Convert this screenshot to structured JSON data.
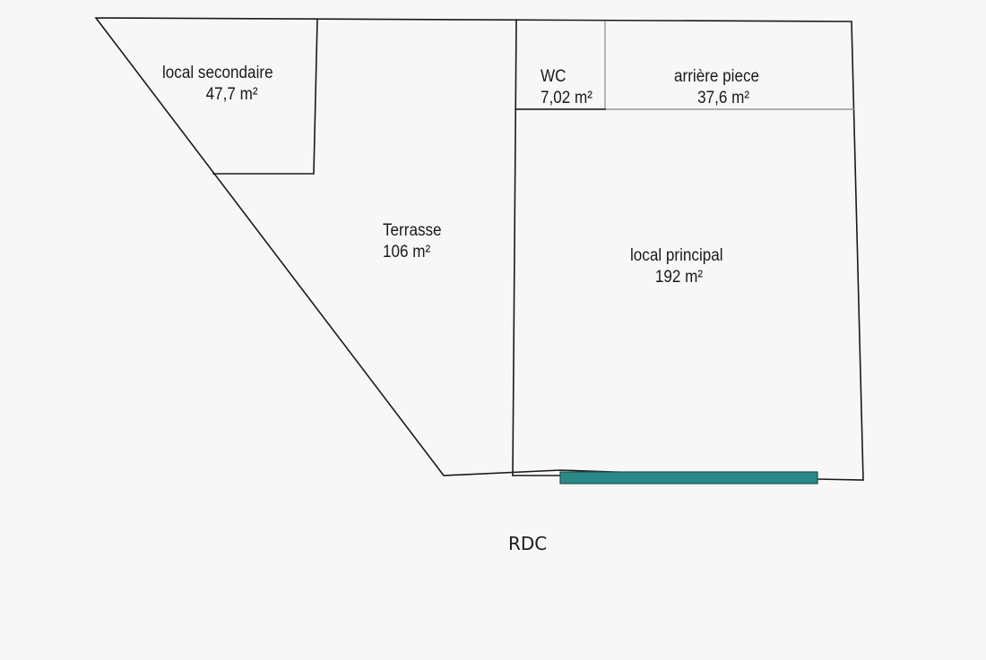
{
  "floor": "RDC",
  "colors": {
    "background": "#f7f7f7",
    "walls": "#1a1a1a",
    "thin_partition": "#9a9a9a",
    "opening": "#2a8a8a"
  },
  "rooms": [
    {
      "id": "local-secondaire",
      "name": "local secondaire",
      "area": "47,7 m²"
    },
    {
      "id": "terrasse",
      "name": "Terrasse",
      "area": "106 m²"
    },
    {
      "id": "wc",
      "name": "WC",
      "area": "7,02 m²"
    },
    {
      "id": "arriere-piece",
      "name": "arrière piece",
      "area": "37,6 m²"
    },
    {
      "id": "local-principal",
      "name": "local principal",
      "area": "192 m²"
    }
  ]
}
